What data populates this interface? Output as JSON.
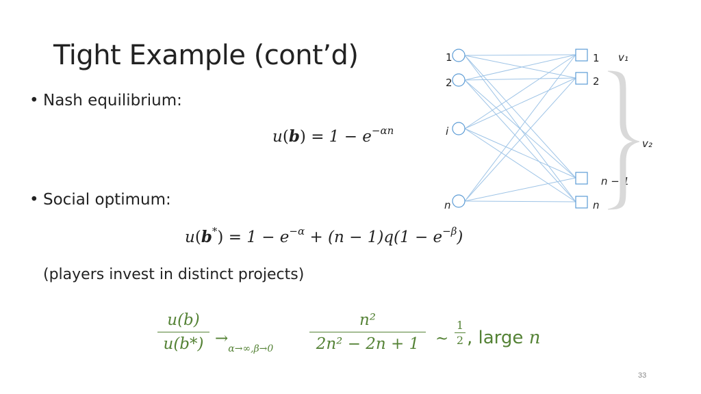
{
  "slide": {
    "title": "Tight Example (cont’d)",
    "bullet_1": "Nash equilibrium:",
    "nash_lhs_u": "u",
    "nash_lhs_b": "b",
    "nash_rhs": "1 − e",
    "nash_exp": "−αn",
    "bullet_2": "Social optimum:",
    "social_u": "u",
    "social_b": "b",
    "social_star": "*",
    "social_rhs_1": "1 − e",
    "social_exp_1": "−α",
    "social_rhs_2": "+ (n − 1)q(1 − e",
    "social_exp_2": "−β",
    "social_close": ")",
    "note": "(players invest in distinct projects)",
    "ratio_num": "u(b)",
    "ratio_den": "u(b*)",
    "limit_arrow": "→",
    "limit_sub": "α→∞,β→0",
    "limit_num": "n²",
    "limit_den": "2n² − 2n + 1",
    "approx": "∼",
    "half_num": "1",
    "half_den": "2",
    "large_text": ", large",
    "large_var": "n",
    "page_number": "33"
  },
  "graph": {
    "left_labels": [
      "1",
      "2",
      "i",
      "n"
    ],
    "right_labels": [
      "1",
      "2",
      "n − 1",
      "n"
    ],
    "v1_label": "v₁",
    "v2_label": "v₂",
    "edge_color": "#9dc3e6",
    "node_color": "#5b9bd5"
  },
  "colors": {
    "text": "#222222",
    "accent_green": "#548235",
    "brace_gray": "#d9d9d9"
  }
}
